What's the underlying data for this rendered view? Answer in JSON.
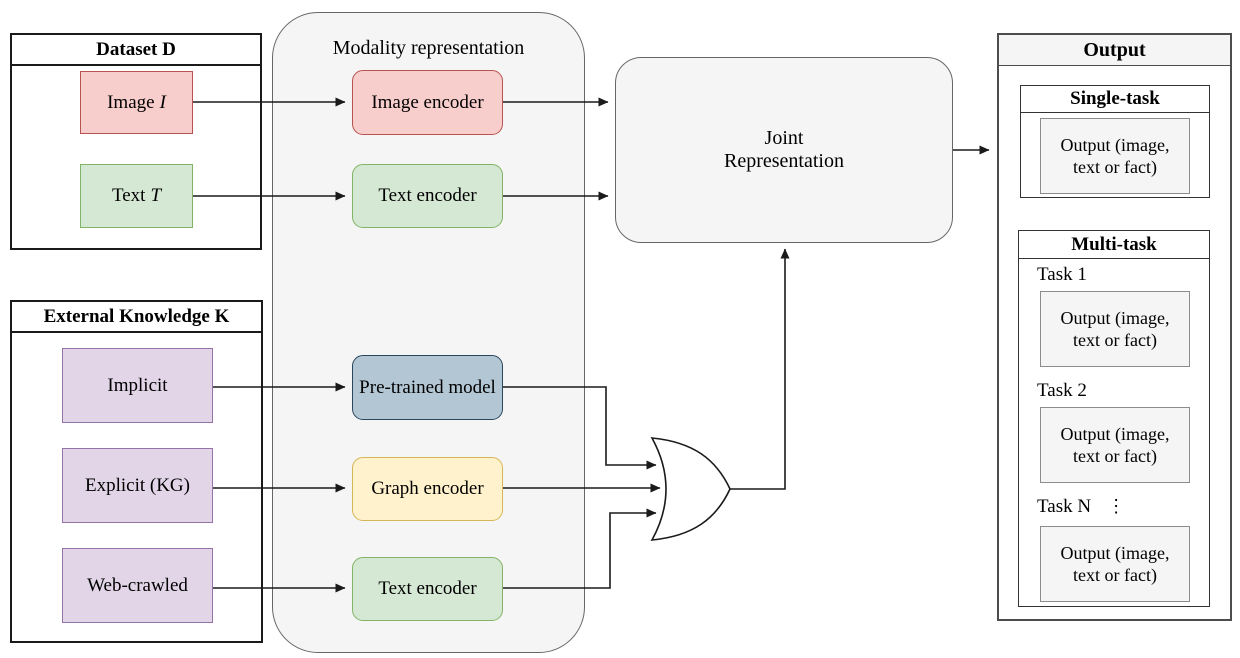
{
  "dataset": {
    "title": "Dataset D",
    "items": [
      {
        "label": "Image",
        "var": "I"
      },
      {
        "label": "Text",
        "var": "T"
      }
    ]
  },
  "external_knowledge": {
    "title": "External Knowledge K",
    "items": [
      {
        "label": "Implicit"
      },
      {
        "label": "Explicit (KG)"
      },
      {
        "label": "Web-crawled"
      }
    ]
  },
  "modality": {
    "title": "Modality representation",
    "encoders": [
      {
        "label": "Image encoder"
      },
      {
        "label": "Text encoder"
      },
      {
        "label": "Pre-trained model"
      },
      {
        "label": "Graph encoder"
      },
      {
        "label": "Text encoder"
      }
    ]
  },
  "joint": {
    "label": "Joint\nRepresentation"
  },
  "gate": {
    "name": "or-gate"
  },
  "output": {
    "title": "Output",
    "single_task": {
      "title": "Single-task",
      "output_label": "Output (image, text or fact)"
    },
    "multi_task": {
      "title": "Multi-task",
      "tasks": [
        {
          "label": "Task 1",
          "output_label": "Output (image, text or fact)"
        },
        {
          "label": "Task 2",
          "output_label": "Output (image, text or fact)"
        },
        {
          "label": "Task N",
          "ellipsis": "⋮",
          "output_label": "Output (image, text or fact)"
        }
      ]
    }
  },
  "colors": {
    "pink_fill": "#f8cecc",
    "pink_stroke": "#b85450",
    "green_fill": "#d5e8d4",
    "green_stroke": "#82b366",
    "purple_fill": "#e1d5e7",
    "purple_stroke": "#9673a6",
    "yellow_fill": "#fff2cc",
    "yellow_stroke": "#d6b656",
    "blue_fill": "#b3c6d3",
    "blue_stroke": "#2a475c",
    "container_fill": "#f5f5f5",
    "container_stroke": "#666666",
    "arrow": "#1a1a1a"
  }
}
